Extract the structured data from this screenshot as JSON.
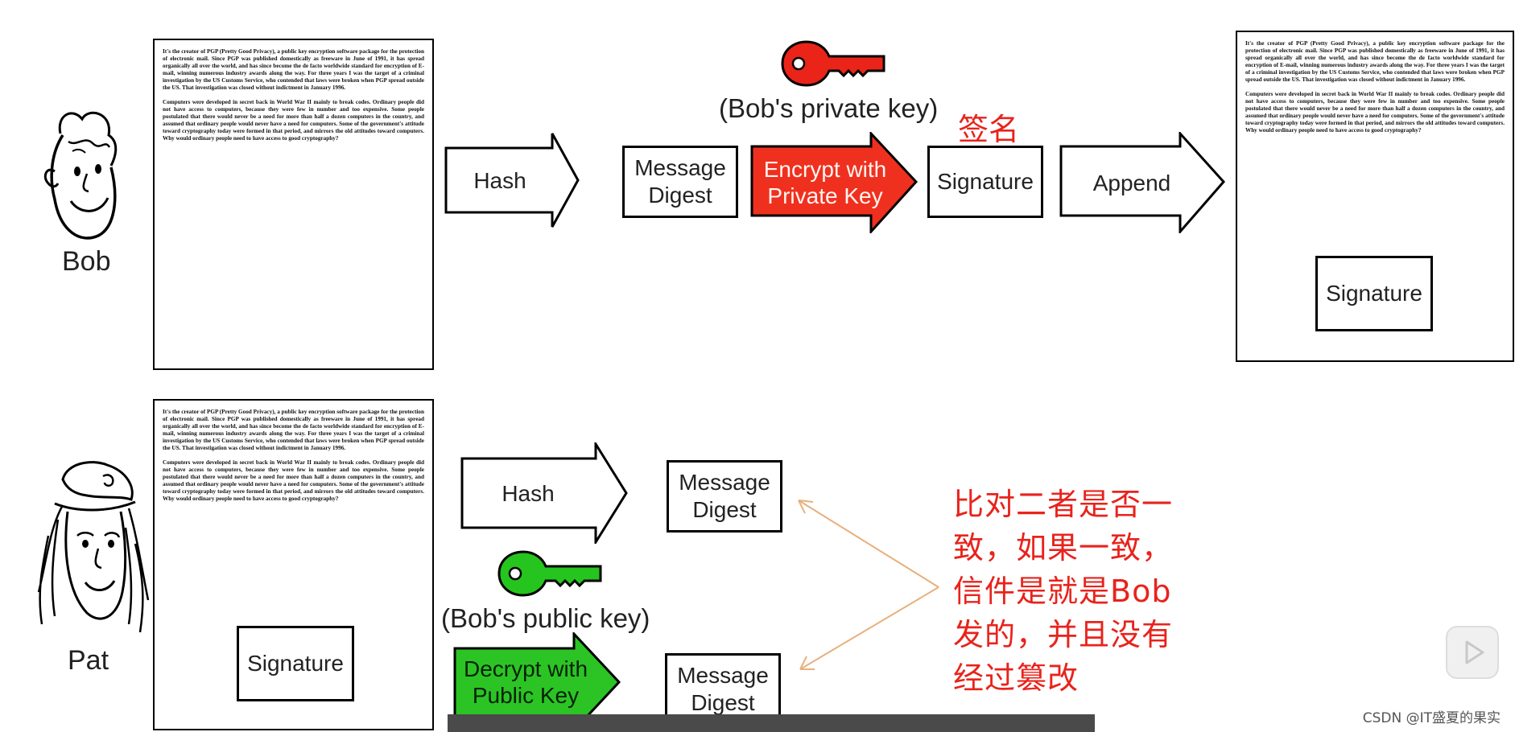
{
  "bob": {
    "name": "Bob",
    "doc_paragraph_1": "It's the creator of PGP (Pretty Good Privacy), a public key encryption software package for the protection of electronic mail. Since PGP was published domestically as freeware in June of 1991, it has spread organically all over the world, and has since become the de facto worldwide standard for encryption of E-mail, winning numerous industry awards along the way. For three years I was the target of a criminal investigation by the US Customs Service, who contended that laws were broken when PGP spread outside the US. That investigation was closed without indictment in January 1996.",
    "doc_paragraph_2": "Computers were developed in secret back in World War II mainly to break codes. Ordinary people did not have access to computers, because they were few in number and too expensive. Some people postulated that there would never be a need for more than half a dozen computers in the country, and assumed that ordinary people would never have a need for computers. Some of the government's attitude toward cryptography today were formed in that period, and mirrors the old attitudes toward computers. Why would ordinary people need to have access to good cryptography?",
    "hash_label": "Hash",
    "digest_label": "Message\nDigest",
    "encrypt_label": "Encrypt with\nPrivate Key",
    "key_caption": "(Bob's private key)",
    "sign_cn": "签名",
    "signature_label": "Signature",
    "append_label": "Append",
    "appended_signature_label": "Signature"
  },
  "pat": {
    "name": "Pat",
    "doc_signature_label": "Signature",
    "hash_label": "Hash",
    "digest_label_1": "Message\nDigest",
    "key_caption": "(Bob's public key)",
    "decrypt_label": "Decrypt with\nPublic Key",
    "digest_label_2": "Message\nDigest",
    "compare_note": "比对二者是否一\n致，如果一致，\n信件是就是Bob\n发的，并且没有\n经过篡改"
  },
  "watermark": "CSDN @IT盛夏的果实",
  "colors": {
    "encrypt_arrow": "#f0301e",
    "decrypt_arrow": "#2cc425",
    "private_key": "#ea2418",
    "public_key": "#26c41e",
    "note_text": "#e8231c",
    "compare_lines": "#e8b07c"
  },
  "icons": [
    "bob-face-icon",
    "pat-face-icon",
    "private-key-icon",
    "public-key-icon",
    "play-icon"
  ]
}
